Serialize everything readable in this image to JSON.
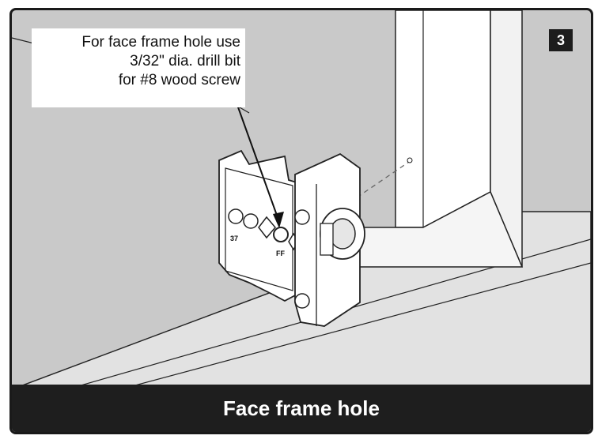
{
  "step_number": "3",
  "callout_lines": [
    "For face frame hole use",
    "3/32\" dia. drill bit",
    "for #8 wood screw"
  ],
  "part_markings": {
    "left": "37",
    "right": "FF"
  },
  "caption": "Face frame hole",
  "colors": {
    "background": "#c9c9c9",
    "frame": "#1a1a1a",
    "caption_bar": "#1e1e1e",
    "badge": "#1c1c1c"
  }
}
